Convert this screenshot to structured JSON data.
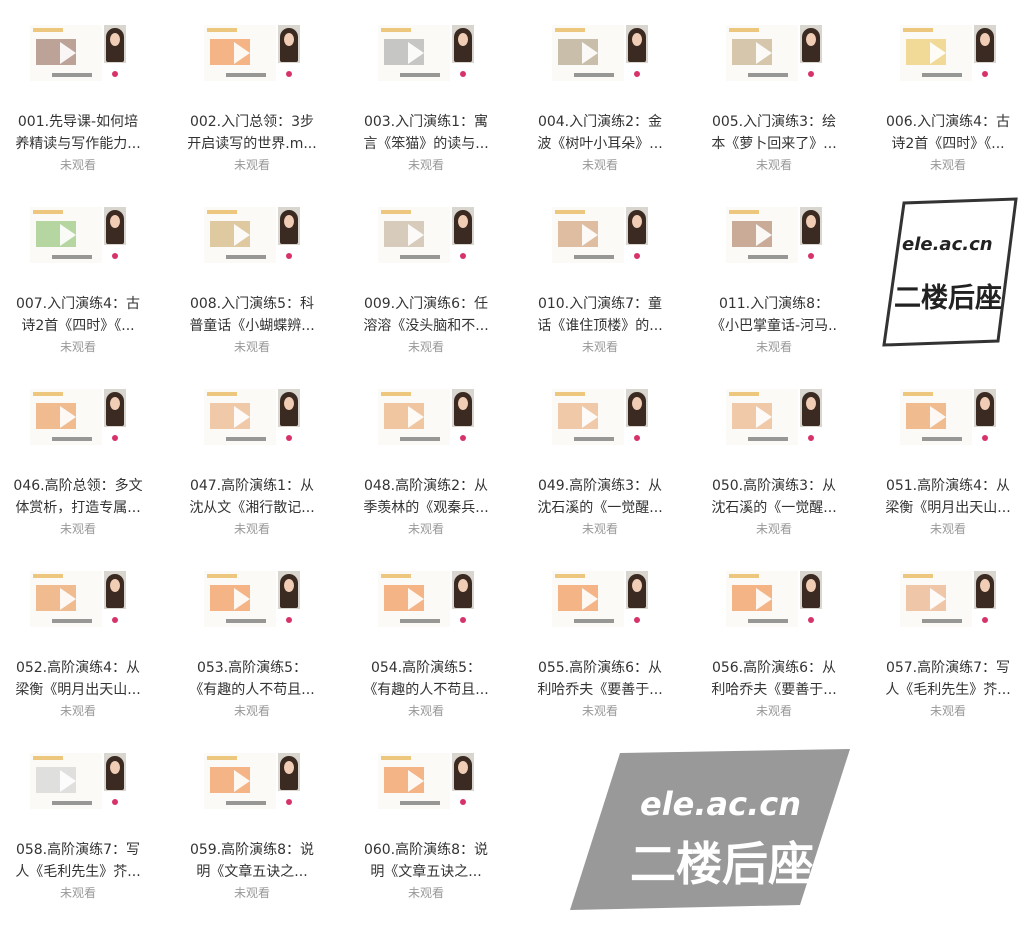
{
  "status_label": "未观看",
  "videos": [
    {
      "line1": "001.先导课-如何培",
      "line2": "养精读与写作能力...",
      "accent": "#8b5a4a"
    },
    {
      "line1": "002.入门总领：3步",
      "line2": "开启读写的世界.m...",
      "accent": "#f07a2a"
    },
    {
      "line1": "003.入门演练1：寓",
      "line2": "言《笨猫》的读与...",
      "accent": "#9a9a9a"
    },
    {
      "line1": "004.入门演练2：金",
      "line2": "波《树叶小耳朵》...",
      "accent": "#a08d6a"
    },
    {
      "line1": "005.入门演练3：绘",
      "line2": "本《萝卜回来了》...",
      "accent": "#b89a70"
    },
    {
      "line1": "006.入门演练4：古",
      "line2": "诗2首《四时》《...",
      "accent": "#e9c04a"
    },
    {
      "line1": "007.入门演练4：古",
      "line2": "诗2首《四时》《...",
      "accent": "#7cb85a"
    },
    {
      "line1": "008.入门演练5：科",
      "line2": "普童话《小蝴蝶辨...",
      "accent": "#c9a15a"
    },
    {
      "line1": "009.入门演练6：任",
      "line2": "溶溶《没头脑和不...",
      "accent": "#b9a68a"
    },
    {
      "line1": "010.入门演练7：童",
      "line2": "话《谁住顶楼》的...",
      "accent": "#c98a5a"
    },
    {
      "line1": "011.入门演练8：",
      "line2": "《小巴掌童话-河马..",
      "accent": "#a06a4a"
    },
    {
      "line1": "046.高阶总领：多文",
      "line2": "体赏析，打造专属...",
      "accent": "#e8863a"
    },
    {
      "line1": "047.高阶演练1：从",
      "line2": "沈从文《湘行散记...",
      "accent": "#e8a06a"
    },
    {
      "line1": "048.高阶演练2：从",
      "line2": "季羡林的《观秦兵...",
      "accent": "#e89a5a"
    },
    {
      "line1": "049.高阶演练3：从",
      "line2": "沈石溪的《一觉醒...",
      "accent": "#e8a06a"
    },
    {
      "line1": "050.高阶演练3：从",
      "line2": "沈石溪的《一觉醒...",
      "accent": "#e8a06a"
    },
    {
      "line1": "051.高阶演练4：从",
      "line2": "梁衡《明月出天山...",
      "accent": "#e8863a"
    },
    {
      "line1": "052.高阶演练4：从",
      "line2": "梁衡《明月出天山...",
      "accent": "#e8863a"
    },
    {
      "line1": "053.高阶演练5：",
      "line2": "《有趣的人不苟且...",
      "accent": "#f07a2a"
    },
    {
      "line1": "054.高阶演练5：",
      "line2": "《有趣的人不苟且...",
      "accent": "#f07a2a"
    },
    {
      "line1": "055.高阶演练6：从",
      "line2": "利哈乔夫《要善于...",
      "accent": "#f07a2a"
    },
    {
      "line1": "056.高阶演练6：从",
      "line2": "利哈乔夫《要善于...",
      "accent": "#f07a2a"
    },
    {
      "line1": "057.高阶演练7：写",
      "line2": "人《毛利先生》芥...",
      "accent": "#e89a6a"
    },
    {
      "line1": "058.高阶演练7：写",
      "line2": "人《毛利先生》芥...",
      "accent": "#c9c9c9"
    },
    {
      "line1": "059.高阶演练8：说",
      "line2": "明《文章五诀之...",
      "accent": "#f07a2a"
    },
    {
      "line1": "060.高阶演练8：说",
      "line2": "明《文章五诀之...",
      "accent": "#f07a2a"
    }
  ],
  "watermark": {
    "domain": "ele.ac.cn",
    "name": "二楼后座"
  }
}
